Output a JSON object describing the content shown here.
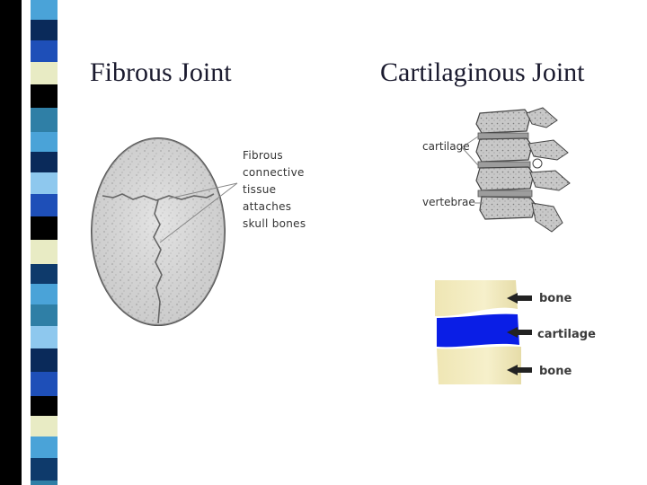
{
  "slide": {
    "left_title": "Fibrous Joint",
    "right_title": "Cartilaginous Joint"
  },
  "skull_figure": {
    "caption_lines": [
      "Fibrous",
      "connective",
      "tissue",
      "attaches",
      "skull bones"
    ]
  },
  "spine_figure": {
    "label_cartilage": "cartilage",
    "label_vertebrae": "vertebrae"
  },
  "joint_figure": {
    "label_top": "bone",
    "label_middle": "cartilage",
    "label_bottom": "bone"
  },
  "colors": {
    "stripe_colors": [
      "#0a2a5a",
      "#4aa3d8",
      "#e8ebc4",
      "#2f7fa6",
      "#1e4fb8",
      "#000000",
      "#8ec8ee",
      "#0e3a6b"
    ],
    "cartilage_blue": "#0a1ee6",
    "bone_yellow": "#f3ecbf"
  }
}
